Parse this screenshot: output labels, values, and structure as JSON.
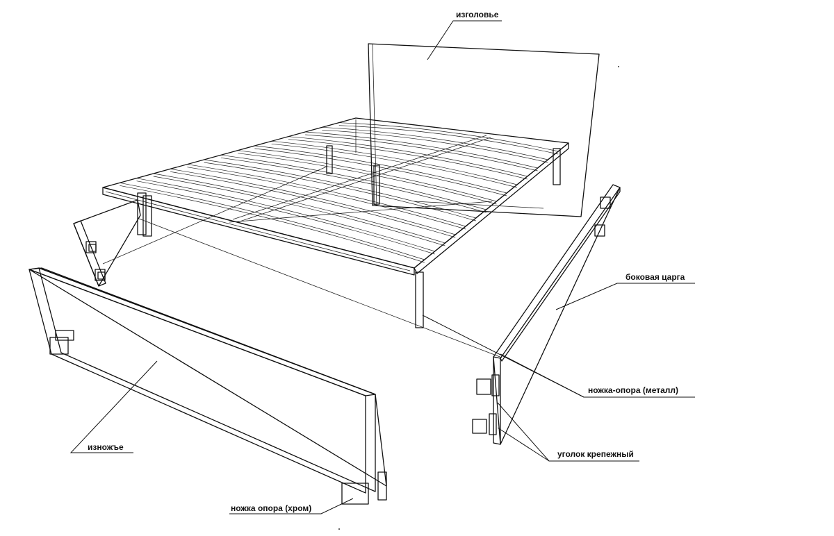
{
  "labels": {
    "headboard": "изголовье",
    "side_rail": "боковая царга",
    "leg_metal": "ножка-опора (металл)",
    "bracket": "уголок крепежный",
    "footboard": "изножъе",
    "leg_chrome": "ножка опора (хром)"
  }
}
